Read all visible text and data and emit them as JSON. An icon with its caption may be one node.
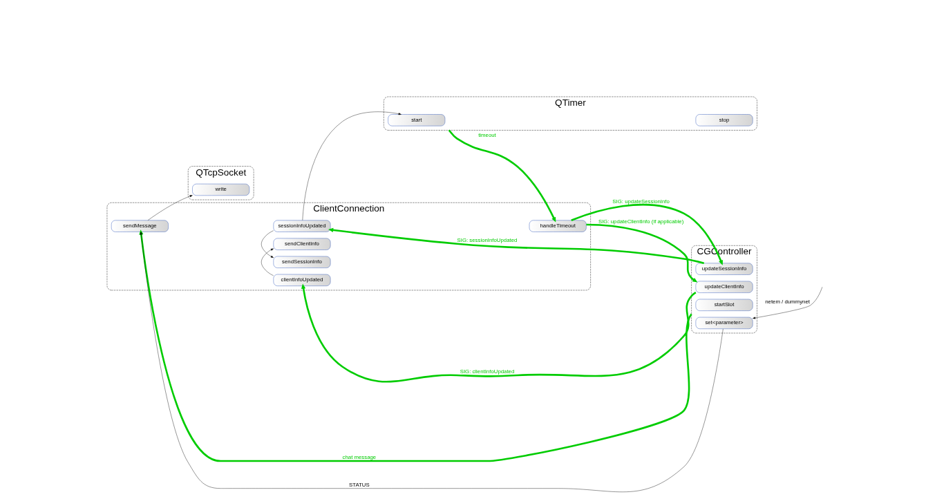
{
  "diagram": {
    "nodes": [
      {
        "text": [
          "QTimer"
        ]
      },
      {
        "text": [
          "start"
        ],
        "in": 0
      },
      {
        "text": [
          "stop"
        ],
        "in": 0
      },
      {
        "text": [
          "ClientConnection"
        ]
      },
      {
        "text": [
          "handleTimeout"
        ],
        "in": 3
      },
      {
        "text": [
          "sessionInfoUpdated"
        ],
        "in": 3
      },
      {
        "text": [
          "clientInfoUpdated"
        ],
        "in": 3
      },
      {
        "text": [
          "sendClientInfo"
        ],
        "in": 3
      },
      {
        "text": [
          "sendSessionInfo"
        ],
        "in": 3
      },
      {
        "text": [
          "sendMessage"
        ],
        "in": 3
      },
      {
        "text": [
          "CGController"
        ]
      },
      {
        "text": [
          "startSlot"
        ],
        "in": 10
      },
      {
        "text": [
          "set<parameter>"
        ],
        "in": 10
      },
      {
        "text": [
          "updateSessionInfo"
        ],
        "in": 10
      },
      {
        "text": [
          "updateClientInfo"
        ],
        "in": 10
      },
      {
        "text": [
          "QTcpSocket"
        ]
      },
      {
        "text": [
          "write"
        ],
        "in": 15
      }
    ],
    "edges": [
      {
        "from": 5,
        "to": 1,
        "arrow": "to"
      },
      {
        "from": 0,
        "to": 4,
        "arrow": "to",
        "label": "timeout",
        "style": "thick",
        "color": "#00cc00"
      },
      {
        "from": 4,
        "to": 13,
        "arrow": "to",
        "label": "SIG: updateSessionInfo",
        "style": "thick",
        "color": "#00cc00"
      },
      {
        "from": 4,
        "to": 14,
        "arrow": "to",
        "label": "SIG: updateClientInfo (if applicable)",
        "style": "thick",
        "color": "#00cc00"
      },
      {
        "from": 10,
        "to": 9,
        "arrow": "to",
        "label": "chat message",
        "style": "thick",
        "color": "#00cc00"
      },
      {
        "from": 12,
        "to": 9,
        "arrow": "to",
        "label": "STATUS"
      },
      {
        "from": null,
        "to": 12,
        "arrow": "to",
        "label": "netem / dummynet"
      },
      {
        "from": 13,
        "to": 5,
        "arrow": "to",
        "label": "SIG: sessionInfoUpdated",
        "style": "thick",
        "color": "#00cc00"
      },
      {
        "from": 14,
        "to": 6,
        "arrow": "to",
        "label": "SIG: clientInfoUpdated",
        "style": "thick",
        "color": "#00cc00"
      },
      {
        "from": 6,
        "to": 7,
        "arrow": "to"
      },
      {
        "from": 5,
        "to": 8,
        "arrow": "to"
      },
      {
        "from": 9,
        "to": 16,
        "arrow": "to"
      }
    ]
  }
}
